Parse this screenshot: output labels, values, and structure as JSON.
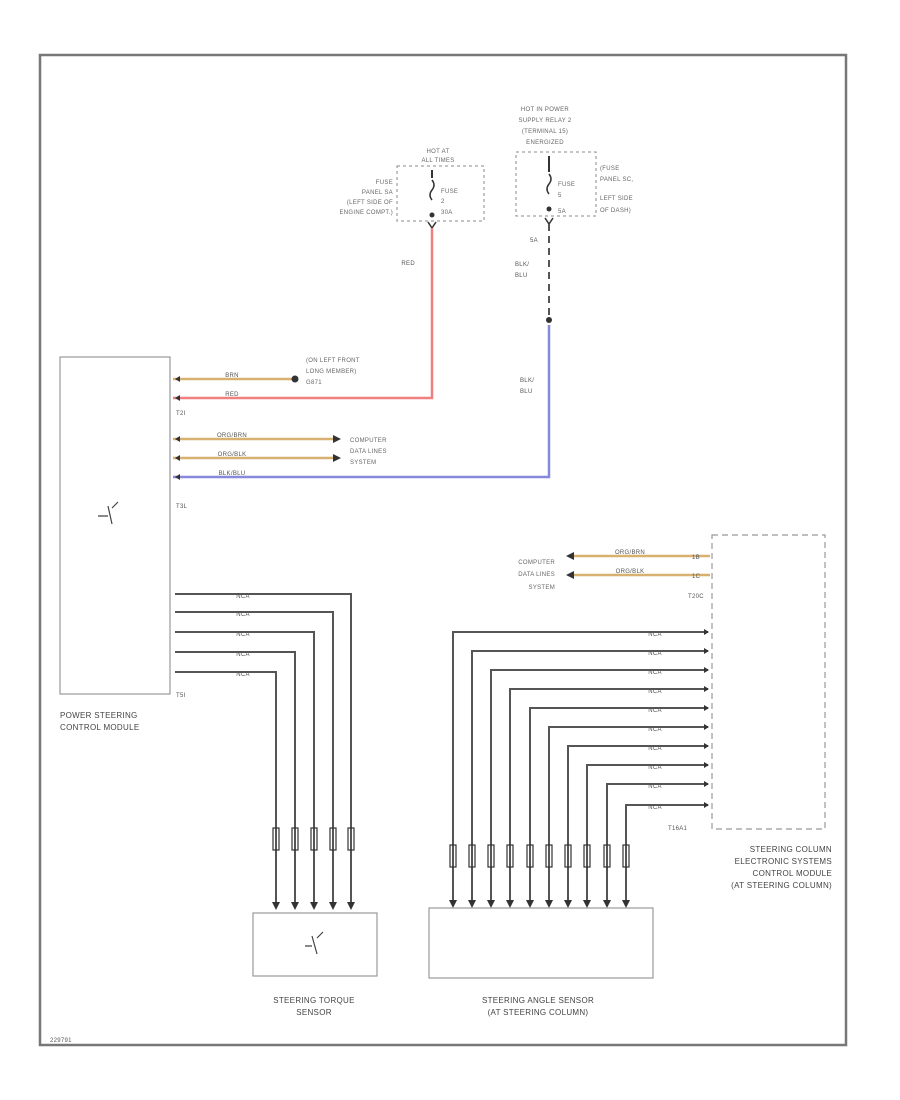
{
  "diagram_id": "229791",
  "hot_at": {
    "label": [
      "HOT AT",
      "ALL TIMES"
    ],
    "fuse_desc": [
      "FUSE",
      "PANEL SA",
      "(LEFT SIDE OF",
      "ENGINE COMPT.)"
    ],
    "fuse": [
      "FUSE",
      "2"
    ],
    "amp": "30A",
    "wire": "RED"
  },
  "hot_in_power": {
    "label": [
      "HOT IN POWER",
      "SUPPLY RELAY 2",
      "(TERMINAL 15)",
      "ENERGIZED"
    ],
    "fuse": [
      "FUSE",
      "5"
    ],
    "fuse_desc": [
      "(FUSE",
      "PANEL SC,",
      "LEFT SIDE",
      "OF DASH)"
    ],
    "amp": "5A",
    "wire_upper": [
      "5A",
      "BLK/",
      "BLU"
    ],
    "wire_lower": [
      "BLK/",
      "BLU"
    ]
  },
  "pscm": {
    "label": [
      "POWER STEERING",
      "CONTROL MODULE"
    ],
    "conn_t2i": "T2I",
    "conn_t3l": "T3L",
    "conn_t5i": "T5I",
    "wires_t2": [
      "BRN",
      "RED"
    ],
    "ground": [
      "(ON LEFT FRONT",
      "LONG MEMBER)",
      "G871"
    ],
    "wires_t3": [
      "ORG/BRN",
      "ORG/BLK",
      "BLK/BLU"
    ],
    "data_label": [
      "COMPUTER",
      "DATA LINES",
      "SYSTEM"
    ],
    "wires_t5": [
      "NCA",
      "NCA",
      "NCA",
      "NCA",
      "NCA"
    ]
  },
  "torque_sensor": {
    "label": [
      "STEERING TORQUE",
      "SENSOR"
    ]
  },
  "scm": {
    "label": [
      "STEERING COLUMN",
      "ELECTRONIC SYSTEMS",
      "CONTROL MODULE",
      "(AT STEERING COLUMN)"
    ],
    "conn_t20c": "T20C",
    "conn_t16a": "T16A1",
    "data_label": [
      "COMPUTER",
      "DATA LINES",
      "SYSTEM"
    ],
    "data_wires": [
      "ORG/BRN",
      "ORG/BLK"
    ],
    "pins": [
      "1B",
      "1C"
    ],
    "wires": [
      "NCA",
      "NCA",
      "NCA",
      "NCA",
      "NCA",
      "NCA",
      "NCA",
      "NCA",
      "NCA",
      "NCA"
    ]
  },
  "angle_sensor": {
    "label": [
      "STEERING ANGLE SENSOR",
      "(AT STEERING COLUMN)"
    ]
  }
}
